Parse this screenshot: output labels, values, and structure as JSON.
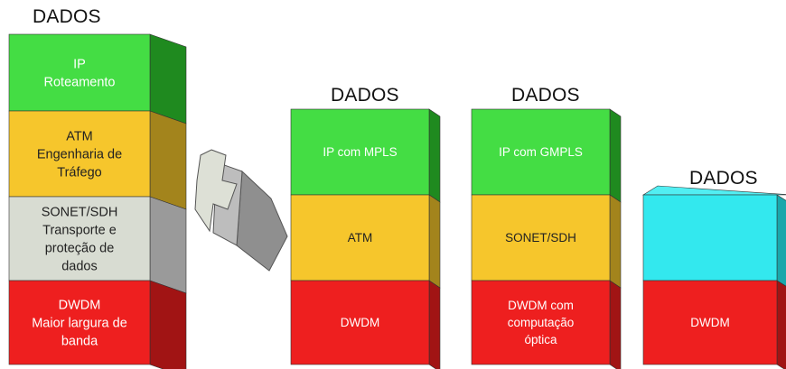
{
  "stacks": [
    {
      "title": "DADOS",
      "layers": [
        {
          "lines": [
            "IP",
            "Roteamento"
          ],
          "color": "#44dd44",
          "side_color": "#1f8a1f",
          "text_color": "#ffffff"
        },
        {
          "lines": [
            "ATM",
            "Engenharia de",
            "Tráfego"
          ],
          "color": "#f6c62c",
          "side_color": "#a3841c",
          "text_color": "#222222"
        },
        {
          "lines": [
            "SONET/SDH",
            "Transporte e",
            "proteção de",
            "dados"
          ],
          "color": "#d8dcd2",
          "side_color": "#9a9a9a",
          "text_color": "#222222"
        },
        {
          "lines": [
            "DWDM",
            "Maior largura de",
            "banda"
          ],
          "color": "#ee1f1f",
          "side_color": "#a11414",
          "text_color": "#ffffff"
        }
      ]
    },
    {
      "title": "DADOS",
      "layers": [
        {
          "lines": [
            "IP  com MPLS"
          ],
          "color": "#44dd44",
          "side_color": "#1f8a1f",
          "text_color": "#ffffff"
        },
        {
          "lines": [
            "ATM"
          ],
          "color": "#f6c62c",
          "side_color": "#a3841c",
          "text_color": "#222222"
        },
        {
          "lines": [
            "DWDM"
          ],
          "color": "#ee1f1f",
          "side_color": "#a11414",
          "text_color": "#ffffff"
        }
      ]
    },
    {
      "title": "DADOS",
      "layers": [
        {
          "lines": [
            "IP  com GMPLS"
          ],
          "color": "#44dd44",
          "side_color": "#1f8a1f",
          "text_color": "#ffffff"
        },
        {
          "lines": [
            "SONET/SDH"
          ],
          "color": "#f6c62c",
          "side_color": "#a3841c",
          "text_color": "#222222"
        },
        {
          "lines": [
            "DWDM com",
            "computação",
            "óptica"
          ],
          "color": "#ee1f1f",
          "side_color": "#a11414",
          "text_color": "#ffffff"
        }
      ]
    },
    {
      "title": "DADOS",
      "layers": [
        {
          "lines": [],
          "color": "#33e8ee",
          "side_color": "#1aa7ab",
          "top_color": "#52eef2",
          "text_color": "#222222"
        },
        {
          "lines": [
            "DWDM"
          ],
          "color": "#ee1f1f",
          "side_color": "#a11414",
          "text_color": "#ffffff"
        }
      ]
    }
  ],
  "arrow": {
    "front_color": "#dde0d6",
    "side_color": "#8f8f8f",
    "top_color": "#bdbdbd",
    "outline_color": "#555555"
  }
}
